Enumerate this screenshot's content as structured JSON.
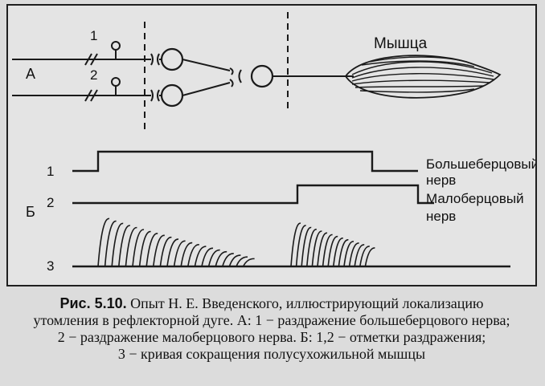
{
  "figure": {
    "label_A": "А",
    "label_B": "Б",
    "part_A_numbers": [
      "1",
      "2"
    ],
    "muscle_label": "Мышца",
    "part_B_numbers": [
      "1",
      "2",
      "3"
    ],
    "nerve_labels": [
      "Большеберцовый нерв",
      "Малоберцовый нерв"
    ],
    "nerve1_line1": "Большеберцовый",
    "nerve1_line2": "нерв",
    "nerve2_line1": "Малоберцовый",
    "nerve2_line2": "нерв"
  },
  "caption": {
    "figure_number": "Рис. 5.10.",
    "line1": "Опыт Н. Е. Введенского, иллюстрирующий локализацию",
    "line2": "утомления в рефлекторной дуге. А: 1 − раздражение большеберцового нерва;",
    "line3": "2 − раздражение малоберцового нерва. Б: 1,2 − отметки раздражения;",
    "line4": "3 − кривая сокращения полусухожильной мышцы"
  },
  "colors": {
    "ink": "#1a1a1a",
    "paper": "#e4e4e4"
  }
}
